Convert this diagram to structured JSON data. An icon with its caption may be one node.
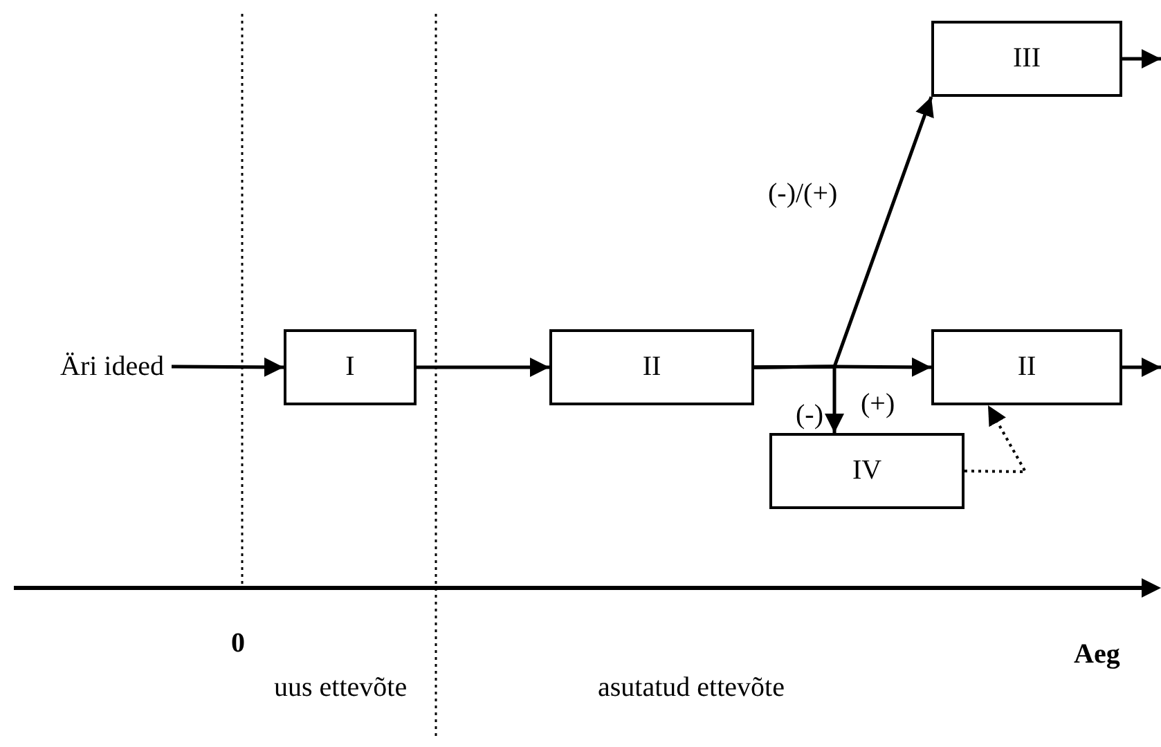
{
  "diagram": {
    "nodes": [
      {
        "text": [
          "Äri ideed"
        ]
      },
      {
        "text": [
          "I"
        ]
      },
      {
        "text": [
          "II"
        ]
      },
      {
        "text": [
          "III"
        ]
      },
      {
        "text": [
          "II"
        ]
      },
      {
        "text": [
          "IV"
        ]
      }
    ],
    "edges": [
      {
        "from": 0,
        "to": 1,
        "arrow": "to"
      },
      {
        "from": 1,
        "to": 2,
        "arrow": "to"
      },
      {
        "from": 2,
        "to": 3,
        "arrow": "to",
        "label": "(-)/(+)"
      },
      {
        "from": 2,
        "to": 4,
        "arrow": "to",
        "label": "(+)"
      },
      {
        "from": 2,
        "to": 5,
        "arrow": "to",
        "label": "(-)"
      },
      {
        "from": 5,
        "to": 4,
        "arrow": "to",
        "style": "dashed"
      },
      {
        "from": 3,
        "to": null,
        "arrow": "to"
      },
      {
        "from": 4,
        "to": null,
        "arrow": "to"
      }
    ],
    "labels": [
      "0",
      "Aeg",
      "uus ettevõte",
      "asutatud ettevõte"
    ]
  }
}
